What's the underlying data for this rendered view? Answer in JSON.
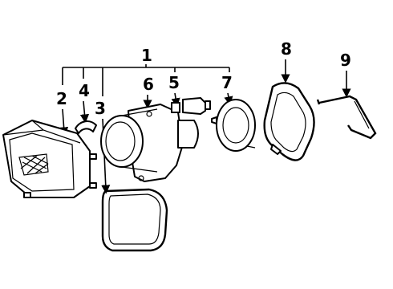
{
  "diagram": {
    "callouts": {
      "c1": "1",
      "c2": "2",
      "c3": "3",
      "c4": "4",
      "c5": "5",
      "c6": "6",
      "c7": "7",
      "c8": "8",
      "c9": "9"
    }
  }
}
